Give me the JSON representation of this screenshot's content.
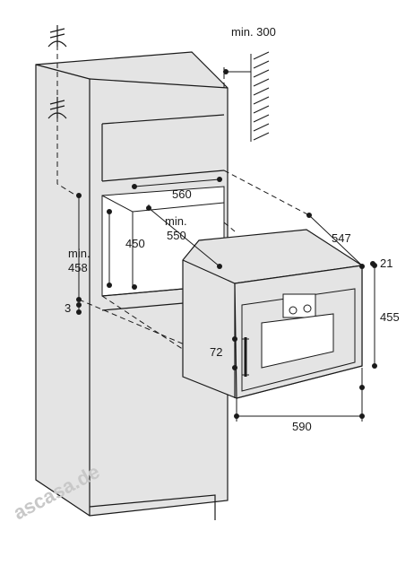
{
  "dimensions": {
    "min_clearance_label": "min. 300",
    "niche_width": "560",
    "niche_height": "450",
    "niche_depth_label_1": "min.",
    "niche_depth_label_2": "550",
    "min_height_label_1": "min.",
    "min_height_label_2": "458",
    "base_offset": "3",
    "appliance_depth": "547",
    "front_thickness": "21",
    "appliance_height": "455",
    "handle_offset": "72",
    "appliance_width": "590"
  },
  "watermark": "ascasa.de"
}
